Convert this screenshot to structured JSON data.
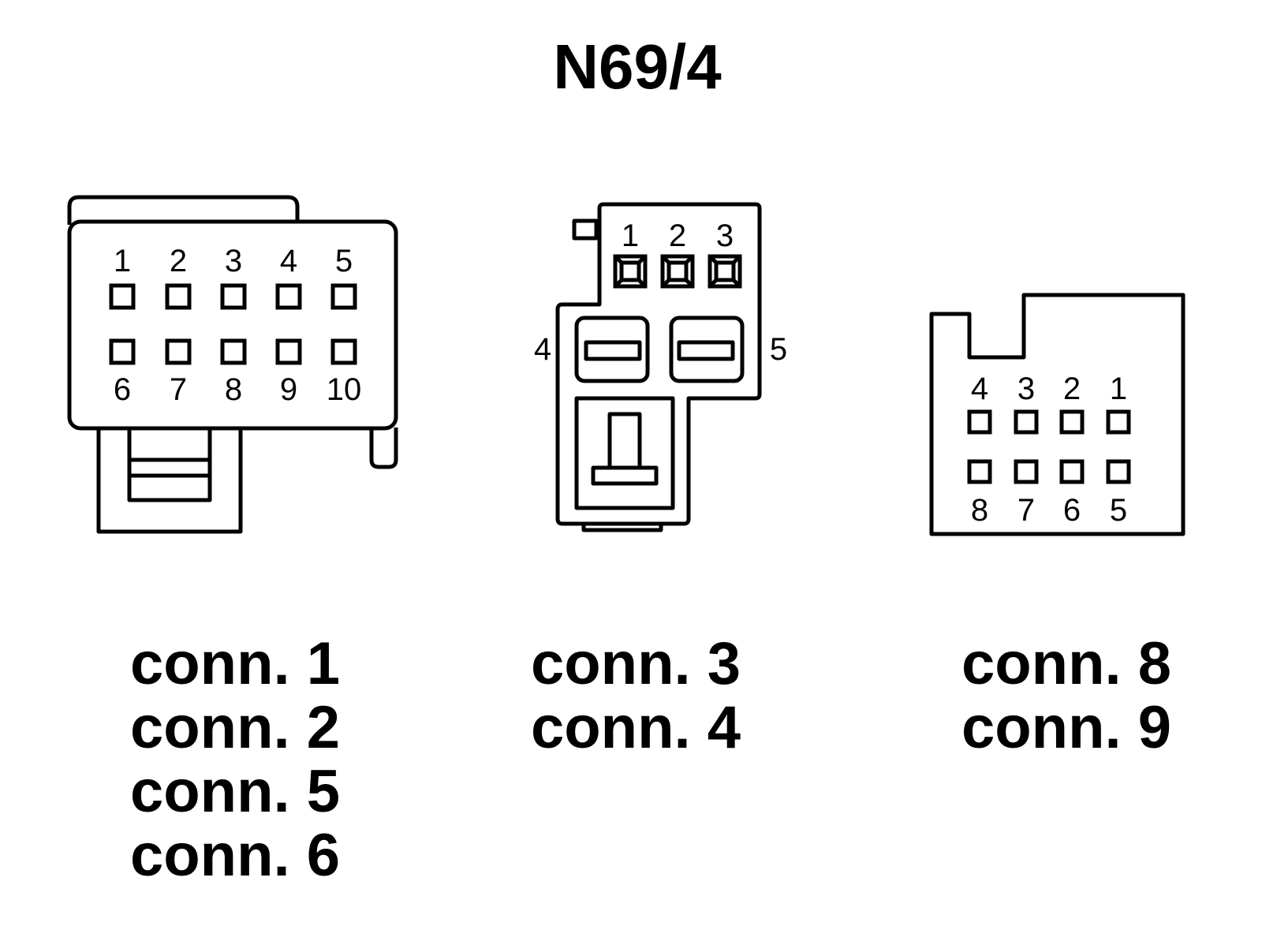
{
  "title": "N69/4",
  "connector_a": {
    "pins_top": [
      "1",
      "2",
      "3",
      "4",
      "5"
    ],
    "pins_bottom": [
      "6",
      "7",
      "8",
      "9",
      "10"
    ],
    "labels": [
      "conn. 1",
      "conn. 2",
      "conn. 5",
      "conn. 6"
    ]
  },
  "connector_b": {
    "pins_top": [
      "1",
      "2",
      "3"
    ],
    "pin_left": "4",
    "pin_right": "5",
    "labels": [
      "conn. 3",
      "conn. 4"
    ]
  },
  "connector_c": {
    "pins_top": [
      "4",
      "3",
      "2",
      "1"
    ],
    "pins_bottom": [
      "8",
      "7",
      "6",
      "5"
    ],
    "labels": [
      "conn. 8",
      "conn. 9"
    ]
  }
}
